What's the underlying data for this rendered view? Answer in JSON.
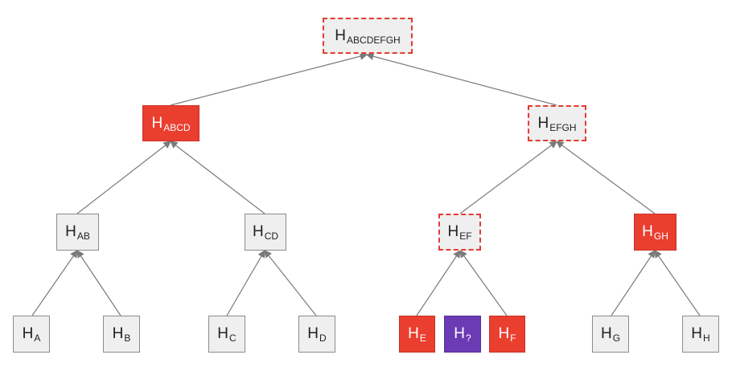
{
  "colors": {
    "highlight": "#ea3e2f",
    "unknown": "#6a3bb3",
    "neutral": "#efefef",
    "dashed_border": "#e23c30",
    "edge": "#7a7a7a"
  },
  "nodes": {
    "root": {
      "base": "H",
      "sub": "ABCDEFGH",
      "style": "dashed"
    },
    "abcd": {
      "base": "H",
      "sub": "ABCD",
      "style": "red"
    },
    "efgh": {
      "base": "H",
      "sub": "EFGH",
      "style": "dashed"
    },
    "ab": {
      "base": "H",
      "sub": "AB",
      "style": "plain"
    },
    "cd": {
      "base": "H",
      "sub": "CD",
      "style": "plain"
    },
    "ef": {
      "base": "H",
      "sub": "EF",
      "style": "dashed"
    },
    "gh": {
      "base": "H",
      "sub": "GH",
      "style": "red"
    },
    "a": {
      "base": "H",
      "sub": "A",
      "style": "plain"
    },
    "b": {
      "base": "H",
      "sub": "B",
      "style": "plain"
    },
    "c": {
      "base": "H",
      "sub": "C",
      "style": "plain"
    },
    "d": {
      "base": "H",
      "sub": "D",
      "style": "plain"
    },
    "e": {
      "base": "H",
      "sub": "E",
      "style": "red"
    },
    "q": {
      "base": "H",
      "sub": "?",
      "style": "purple"
    },
    "f": {
      "base": "H",
      "sub": "F",
      "style": "red"
    },
    "g": {
      "base": "H",
      "sub": "G",
      "style": "plain"
    },
    "h": {
      "base": "H",
      "sub": "H",
      "style": "plain"
    }
  }
}
